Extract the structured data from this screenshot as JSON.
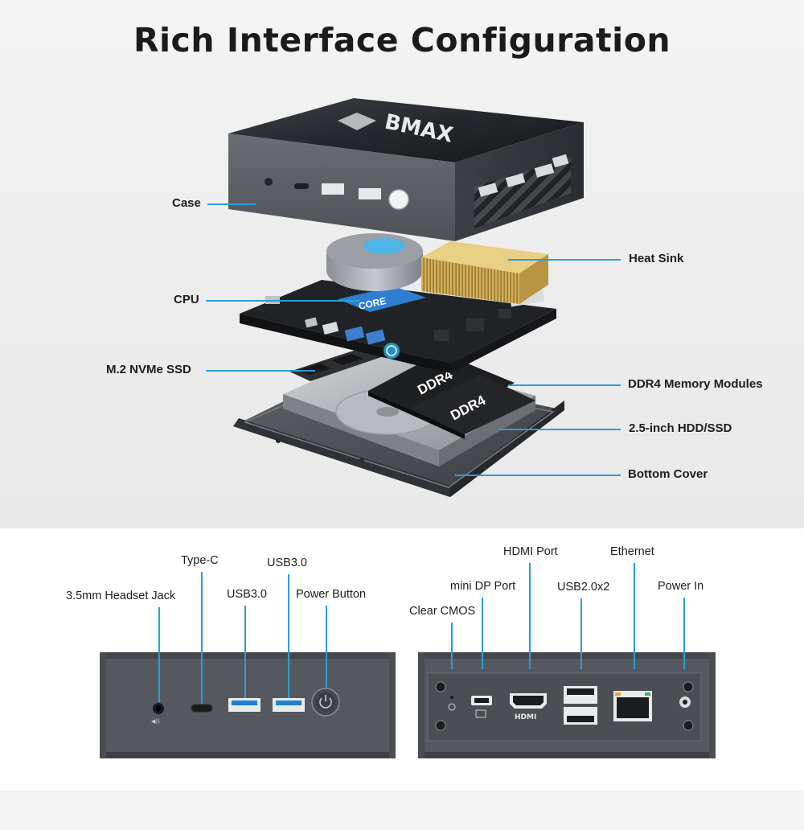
{
  "title": "Rich Interface Configuration",
  "exploded_view": {
    "labels": {
      "case": "Case",
      "cpu": "CPU",
      "ssd": "M.2 NVMe SSD",
      "heat_sink": "Heat Sink",
      "memory": "DDR4 Memory Modules",
      "hdd": "2.5-inch HDD/SSD",
      "bottom_cover": "Bottom Cover"
    },
    "brand_logo_text": "BMAX",
    "cpu_badge_text": "CORE",
    "ram_text_1": "DDR4",
    "ram_text_2": "DDR4"
  },
  "front_panel": {
    "labels": {
      "type_c": "Type-C",
      "usb30_top": "USB3.0",
      "headset": "3.5mm Headset Jack",
      "usb30_left": "USB3.0",
      "power_button": "Power Button"
    }
  },
  "rear_panel": {
    "labels": {
      "hdmi": "HDMI Port",
      "ethernet": "Ethernet",
      "mini_dp": "mini DP Port",
      "usb20": "USB2.0x2",
      "power_in": "Power In",
      "clear_cmos": "Clear CMOS"
    },
    "hdmi_logo_text": "HDMI"
  },
  "colors": {
    "leader": "#2a9fd6",
    "usb3_blue": "#1f7fd1",
    "case_grey": "#55595f"
  }
}
